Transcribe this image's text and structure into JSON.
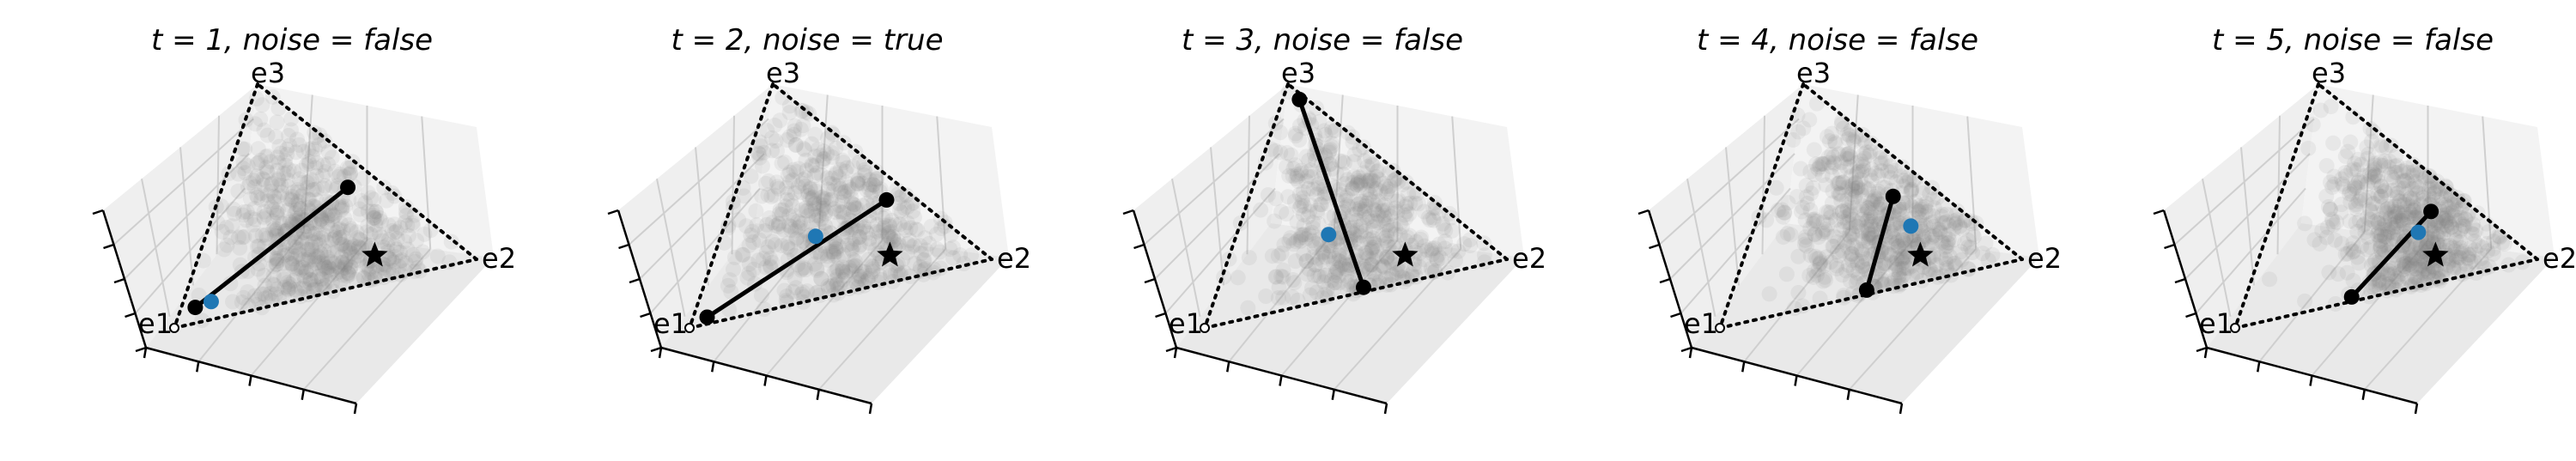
{
  "chart_data": [
    {
      "type": "scatter3d-simplex",
      "title": "t = 1, noise = false",
      "vertices": {
        "e1": [
          1,
          0,
          0
        ],
        "e2": [
          0,
          1,
          0
        ],
        "e3": [
          0,
          0,
          1
        ]
      },
      "segment": [
        [
          0.88,
          0.05,
          0.07
        ],
        [
          0.1,
          0.45,
          0.45
        ]
      ],
      "blue_point": [
        0.82,
        0.1,
        0.08
      ],
      "star_point": [
        0.25,
        0.63,
        0.12
      ],
      "cloud": {
        "center": [
          0.35,
          0.45,
          0.2
        ],
        "spread": 0.22,
        "count": 900
      }
    },
    {
      "type": "scatter3d-simplex",
      "title": "t = 2, noise = true",
      "vertices": {
        "e1": [
          1,
          0,
          0
        ],
        "e2": [
          0,
          1,
          0
        ],
        "e3": [
          0,
          0,
          1
        ]
      },
      "segment": [
        [
          0.92,
          0.05,
          0.03
        ],
        [
          0.08,
          0.55,
          0.37
        ]
      ],
      "blue_point": [
        0.38,
        0.34,
        0.28
      ],
      "star_point": [
        0.25,
        0.63,
        0.12
      ],
      "cloud": {
        "center": [
          0.3,
          0.45,
          0.25
        ],
        "spread": 0.25,
        "count": 900
      }
    },
    {
      "type": "scatter3d-simplex",
      "title": "t = 3, noise = false",
      "vertices": {
        "e1": [
          1,
          0,
          0
        ],
        "e2": [
          0,
          1,
          0
        ],
        "e3": [
          0,
          0,
          1
        ]
      },
      "segment": [
        [
          0.02,
          0.06,
          0.92
        ],
        [
          0.46,
          0.52,
          0.02
        ]
      ],
      "blue_point": [
        0.38,
        0.33,
        0.29
      ],
      "star_point": [
        0.25,
        0.63,
        0.12
      ],
      "cloud": {
        "center": [
          0.28,
          0.46,
          0.26
        ],
        "spread": 0.25,
        "count": 900
      }
    },
    {
      "type": "scatter3d-simplex",
      "title": "t = 4, noise = false",
      "vertices": {
        "e1": [
          1,
          0,
          0
        ],
        "e2": [
          0,
          1,
          0
        ],
        "e3": [
          0,
          0,
          1
        ]
      },
      "segment": [
        [
          0.13,
          0.46,
          0.41
        ],
        [
          0.5,
          0.48,
          0.02
        ]
      ],
      "blue_point": [
        0.18,
        0.56,
        0.26
      ],
      "star_point": [
        0.25,
        0.63,
        0.12
      ],
      "cloud": {
        "center": [
          0.25,
          0.48,
          0.27
        ],
        "spread": 0.22,
        "count": 900
      }
    },
    {
      "type": "scatter3d-simplex",
      "title": "t = 5, noise = false",
      "vertices": {
        "e1": [
          1,
          0,
          0
        ],
        "e2": [
          0,
          1,
          0
        ],
        "e3": [
          0,
          0,
          1
        ]
      },
      "segment": [
        [
          0.6,
          0.38,
          0.02
        ],
        [
          0.12,
          0.56,
          0.32
        ]
      ],
      "blue_point": [
        0.22,
        0.54,
        0.24
      ],
      "star_point": [
        0.25,
        0.63,
        0.12
      ],
      "cloud": {
        "center": [
          0.22,
          0.55,
          0.23
        ],
        "spread": 0.18,
        "count": 900
      }
    }
  ],
  "style": {
    "cloud_color": "#808080",
    "blue_color": "#1f77b4",
    "line_color": "#000000",
    "pane_color": "#f2f2f2",
    "grid_color": "#cfcfcf"
  }
}
